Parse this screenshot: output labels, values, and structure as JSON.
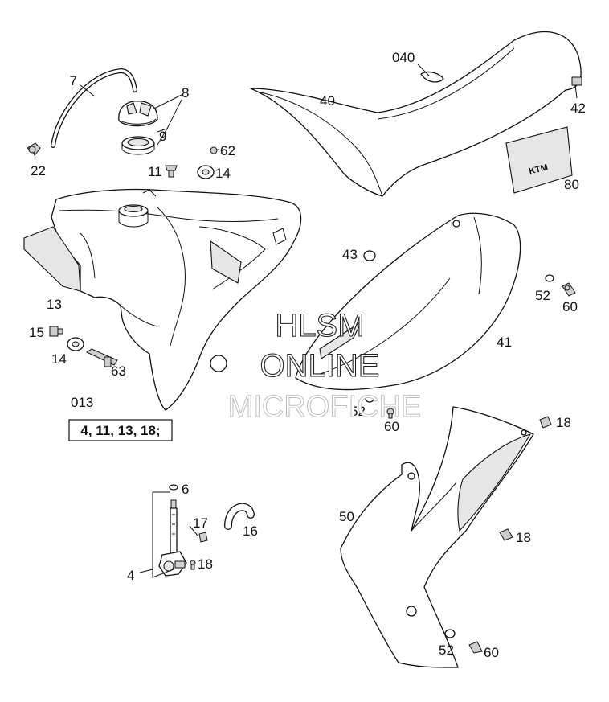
{
  "callouts": {
    "p7": "7",
    "p8": "8",
    "p9": "9",
    "p22": "22",
    "p62": "62",
    "p11": "11",
    "p14a": "14",
    "p040": "040",
    "p40": "40",
    "p42": "42",
    "p80": "80",
    "p13": "13",
    "p43": "43",
    "p52a": "52",
    "p60a": "60",
    "p15": "15",
    "p14b": "14",
    "p63": "63",
    "p41": "41",
    "p013": "013",
    "p52b": "52",
    "p60b": "60",
    "p18a": "18",
    "p6": "6",
    "p17": "17",
    "p16": "16",
    "p50": "50",
    "p4": "4",
    "p18b": "18",
    "p18c": "18",
    "p52c": "52",
    "p60c": "60"
  },
  "kit_box": {
    "contents": "4, 11, 13, 18;"
  },
  "brand_badge": {
    "text": "KTM"
  },
  "watermark": {
    "line1": "HLSM",
    "line2": "ONLINE",
    "line3": "MICROFICHE"
  }
}
